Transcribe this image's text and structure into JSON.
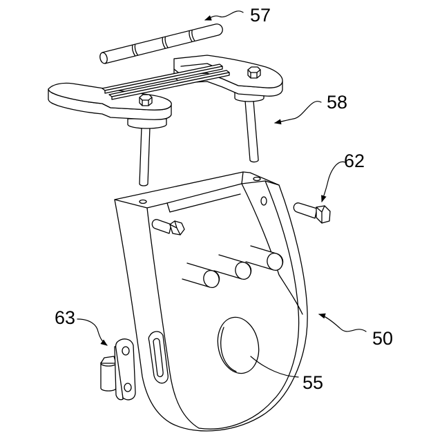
{
  "figure": {
    "reference_numerals": {
      "pin": "57",
      "bracket": "58",
      "bolt": "62",
      "body": "50",
      "hole": "55",
      "clip": "63"
    }
  },
  "colors": {
    "line": "#000000",
    "background": "#ffffff"
  }
}
